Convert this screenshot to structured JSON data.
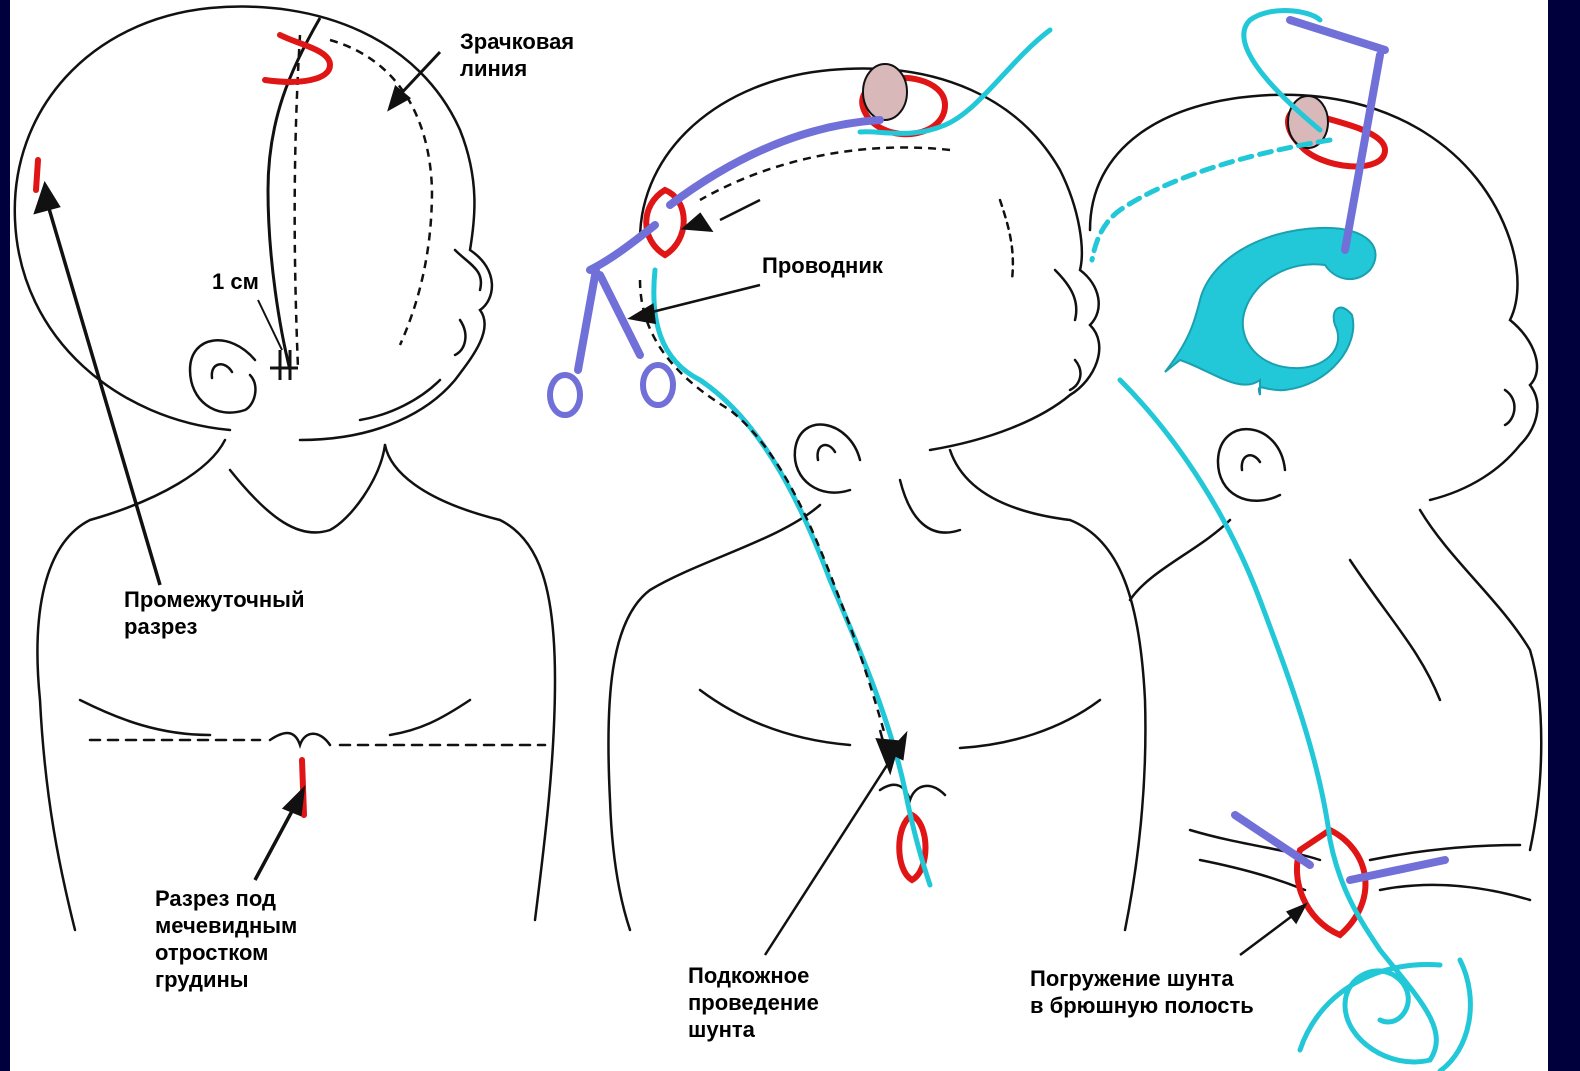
{
  "labels": {
    "pupil_line": [
      "Зрачковая",
      "линия"
    ],
    "one_cm": "1 см",
    "intermediate_incision": [
      "Промежуточный",
      "разрез"
    ],
    "xiphoid_incision": [
      "Разрез под",
      "мечевидным",
      "отростком",
      "груди­ны"
    ],
    "guide": "Проводник",
    "subcutaneous_tunneling": [
      "Подкожное",
      "проведение",
      "шунта"
    ],
    "peritoneal_insertion": [
      "Погружение шунта",
      "в брюшную полость"
    ]
  },
  "colors": {
    "background": "#00003c",
    "paper": "#ffffff",
    "line_art": "#111111",
    "incision": "#e01515",
    "shunt_catheter": "#22c8d8",
    "instrument": "#7070d8",
    "reservoir": "#d8b8b8"
  }
}
